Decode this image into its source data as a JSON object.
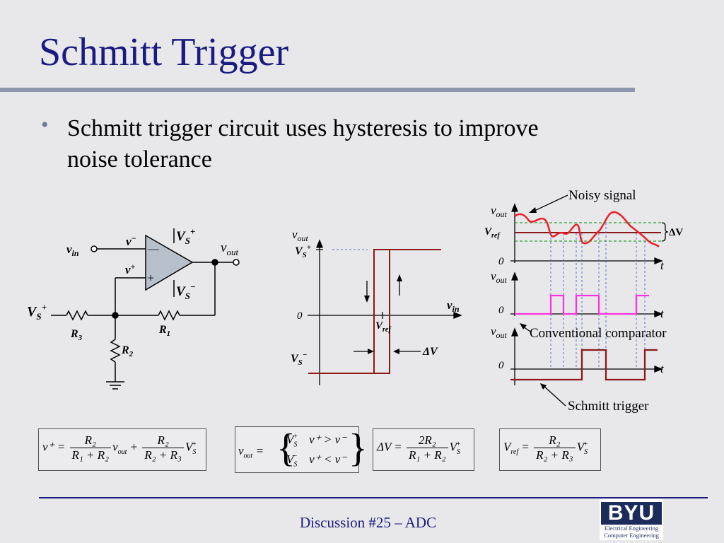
{
  "slide": {
    "title": "Schmitt Trigger",
    "bullet_text": "Schmitt trigger circuit uses hysteresis to improve noise tolerance",
    "footer": "Discussion #25 – ADC",
    "colors": {
      "title": "#1a1a80",
      "trace_red": "#e8202a",
      "trace_pink": "#ff33dd",
      "dark_red": "#8c1a1a",
      "opamp_fill": "#b8c0cc"
    },
    "logo": {
      "mark": "BYU",
      "line1": "Electrical Engineering",
      "line2": "Computer Engineering"
    }
  },
  "circuit": {
    "labels": {
      "vin_v": "v",
      "vin_sub": "in",
      "vminus_v": "v",
      "vminus_sup": "−",
      "vplus_v": "v",
      "vplus_sup": "+",
      "vs_top_v": "V",
      "vs_top_sub": "S",
      "vs_top_sup": "+",
      "vs_bot_v": "V",
      "vs_bot_sub": "S",
      "vs_bot_sup": "−",
      "vout_v": "v",
      "vout_sub": "out",
      "vs_left_v": "V",
      "vs_left_sub": "S",
      "vs_left_sup": "+",
      "r3": "R",
      "r3_sub": "3",
      "r1": "R",
      "r1_sub": "1",
      "r2": "R",
      "r2_sub": "2",
      "minus_sign": "—",
      "plus_sign": "+"
    }
  },
  "hysteresis": {
    "labels": {
      "vout_v": "v",
      "vout_sub": "out",
      "vsp_v": "V",
      "vsp_sub": "S",
      "vsp_sup": "+",
      "zero": "0",
      "vin_v": "v",
      "vin_sub": "in",
      "vref_v": "V",
      "vref_sub": "ref",
      "vsm_v": "V",
      "vsm_sub": "S",
      "vsm_sup": "−",
      "delta_v": "ΔV"
    }
  },
  "timing": {
    "labels": {
      "noisy": "Noisy signal",
      "conventional": "Conventional comparator",
      "schmitt": "Schmitt trigger",
      "vout_v": "v",
      "vout_sub": "out",
      "vref_v": "V",
      "vref_sub": "ref",
      "zero": "0",
      "t": "t",
      "delta_v": "ΔV"
    }
  },
  "equations": {
    "eq1": {
      "lhs": "v⁺ =",
      "n1": "R₂",
      "d1": "R₁ + R₂",
      "mid": "v",
      "mid_sub": "out",
      "plus": "+",
      "n2": "R₂",
      "d2": "R₂ + R₃",
      "tail": "V",
      "tail_sub": "S",
      "tail_sup": "+"
    },
    "eq2": {
      "lhs_v": "v",
      "lhs_sub": "out",
      "eq": "=",
      "r1": "V",
      "r1_sub": "S",
      "r1_sup": "+",
      "c1": "v⁺ > v⁻",
      "r2": "V",
      "r2_sub": "S",
      "r2_sup": "−",
      "c2": "v⁺ < v⁻"
    },
    "eq3": {
      "lhs": "ΔV =",
      "n": "2R₂",
      "d": "R₁ + R₂",
      "tail": "V",
      "tail_sub": "S",
      "tail_sup": "+"
    },
    "eq4": {
      "lhs_v": "V",
      "lhs_sub": "ref",
      "eq": "=",
      "n": "R₂",
      "d": "R₂ + R₃",
      "tail": "V",
      "tail_sub": "S",
      "tail_sup": "+"
    }
  }
}
